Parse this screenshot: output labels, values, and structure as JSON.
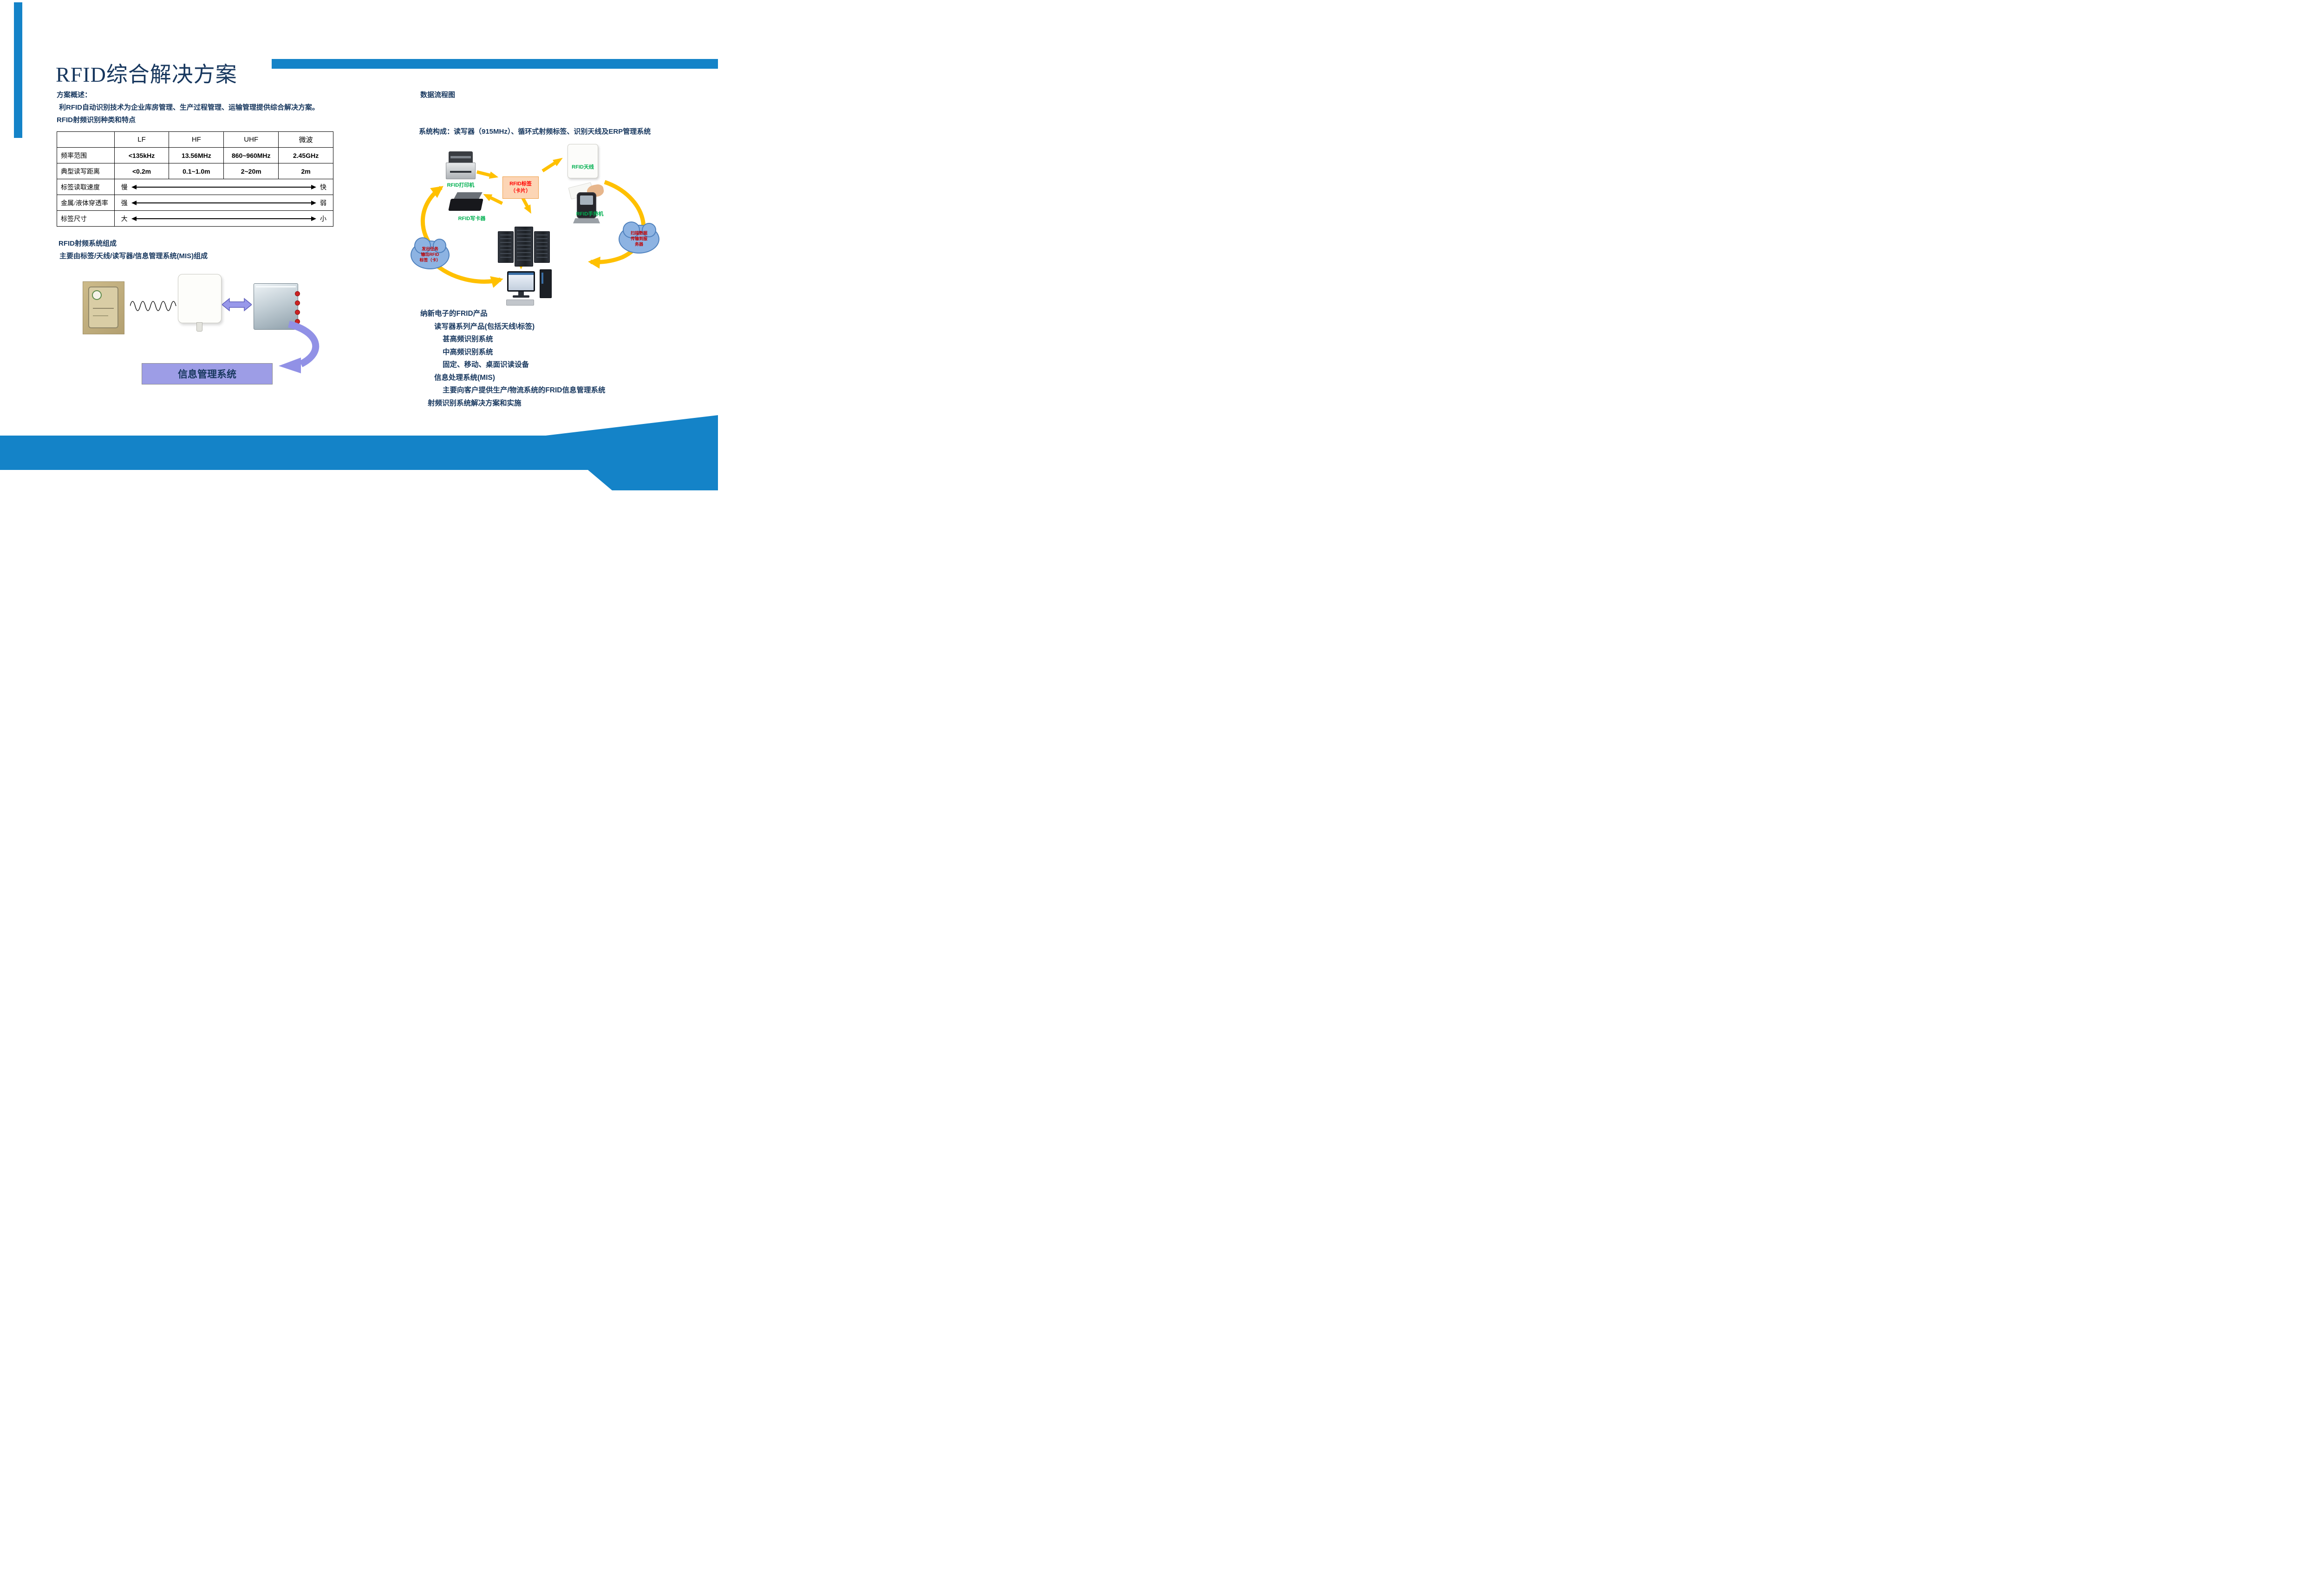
{
  "page": {
    "title": "RFID综合解决方案"
  },
  "left": {
    "overview_label": "方案概述：",
    "overview_text": "利RFID自动识别技术为企业库房管理、生产过程管理、运输管理提供综合解决方案。",
    "table_title": "RFID射频识别种类和特点",
    "table": {
      "headers": [
        "",
        "LF",
        "HF",
        "UHF",
        "微波"
      ],
      "rows": [
        {
          "label": "频率范围",
          "values": [
            "<135kHz",
            "13.56MHz",
            "860~960MHz",
            "2.45GHz"
          ]
        },
        {
          "label": "典型读写距离",
          "values": [
            "<0.2m",
            "0.1~1.0m",
            "2~20m",
            "2m"
          ]
        },
        {
          "label": "标签读取速度",
          "left": "慢",
          "right": "快"
        },
        {
          "label": "金属/液体穿透率",
          "left": "强",
          "right": "弱"
        },
        {
          "label": "标签尺寸",
          "left": "大",
          "right": "小"
        }
      ]
    },
    "system_label": "RFID射频系统组成",
    "system_text": "主要由标签/天线/读写器/信息管理系统(MIS)组成",
    "mis_box_label": "信息管理系统"
  },
  "right": {
    "flow_title": "数据流程图",
    "composition": "系统构成：读写器（915MHz）、循环式射频标签、识别天线及ERP管理系统",
    "diagram": {
      "printer_label": "RFID打印机",
      "writer_label": "RFID写卡器",
      "tag_label_line1": "RFID标签",
      "tag_label_line2": "（卡片）",
      "antenna_label": "RFID天线",
      "handheld_label": "RFID手持机",
      "cloud_left": [
        "发出任务",
        "输出RFID",
        "标签（卡）"
      ],
      "cloud_right": [
        "扫描数据",
        "传输到服",
        "务器"
      ]
    },
    "products": [
      "纳新电子的FRID产品",
      "读写器系列产品(包括天线\\标签)",
      "甚高频识别系统",
      "中高频识别系统",
      "固定、移动、桌面识读设备",
      "信息处理系统(MIS)",
      "主要向客户提供生产/物流系统的FRID信息管理系统",
      "射频识别系统解决方案和实施"
    ]
  },
  "colors": {
    "accent_blue": "#1483c8",
    "text_navy": "#17375e",
    "label_green": "#00b050",
    "tag_red": "#ff0000",
    "arrow_yellow": "#ffc000",
    "cloud_blue": "#8db3e2",
    "mis_purple": "#9d9de6"
  }
}
